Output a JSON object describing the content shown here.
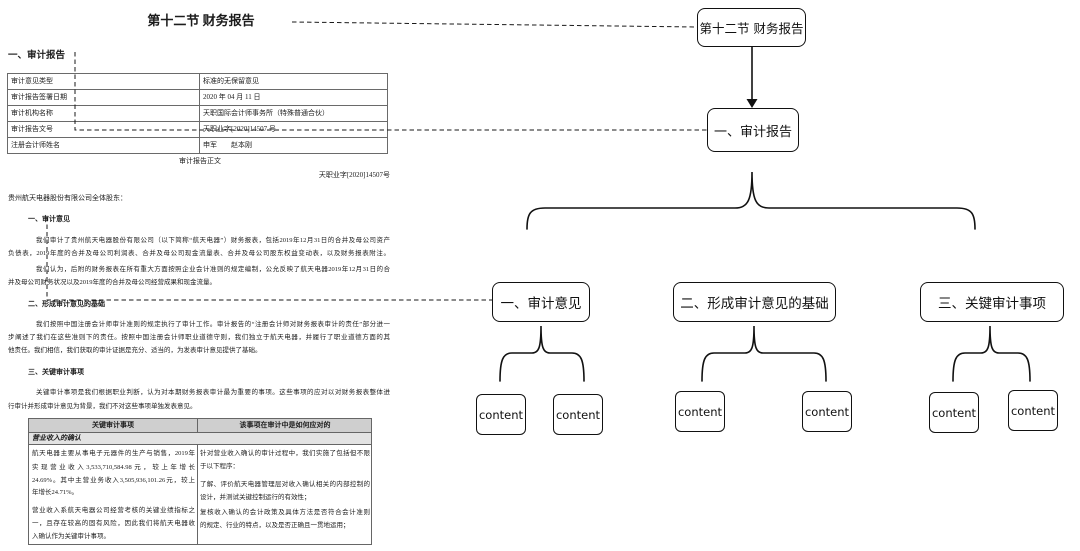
{
  "document": {
    "section_title": "第十二节 财务报告",
    "heading": "一、审计报告",
    "summary_table": [
      {
        "label": "审计意见类型",
        "value": "标准的无保留意见"
      },
      {
        "label": "审计报告签署日期",
        "value": "2020 年 04 月 11 日"
      },
      {
        "label": "审计机构名称",
        "value": "天职国际会计师事务所（特殊普通合伙）"
      },
      {
        "label": "审计报告文号",
        "value": "天职业字[2020]14507 号"
      },
      {
        "label": "注册会计师姓名",
        "value": "申军　　赵本刚"
      }
    ],
    "body_title": "审计报告正文",
    "report_number": "天职业字[2020]14507号",
    "addressee": "贵州航天电器股份有限公司全体股东：",
    "sections": [
      {
        "heading": "一、审计意见",
        "paragraphs": [
          [
            "我们审计了贵州航天电器股份有限公司（以下简称“航天电器”）财务报表，包括2019年12月31日的合并及母公司资产",
            "负债表，2019年度的合并及母公司利润表、合并及母公司现金流量表、合并及母公司股东权益变动表，以及财务报表附注。"
          ],
          [
            "我们认为，后附的财务报表在所有重大方面按照企业会计准则的规定编制，公允反映了航天电器2019年12月31日的合",
            "并及母公司财务状况以及2019年度的合并及母公司经营成果和现金流量。"
          ]
        ]
      },
      {
        "heading": "二、形成审计意见的基础",
        "paragraphs": [
          [
            "我们按照中国注册会计师审计准则的规定执行了审计工作。审计报告的“注册会计师对财务报表审计的责任”部分进一",
            "步阐述了我们在这些准则下的责任。按照中国注册会计师职业道德守则，我们独立于航天电器，并履行了职业道德方面的其",
            "他责任。我们相信，我们获取的审计证据是充分、适当的，为发表审计意见提供了基础。"
          ]
        ]
      },
      {
        "heading": "三、关键审计事项",
        "paragraphs": [
          [
            "关键审计事项是我们根据职业判断，认为对本期财务报表审计最为重要的事项。这些事项的应对以对财务报表整体进",
            "行审计并形成审计意见为背景，我们不对这些事项单独发表意见。"
          ]
        ]
      }
    ],
    "key_matters_table": {
      "headers": [
        "关键审计事项",
        "该事项在审计中是如何应对的"
      ],
      "group_title": "营业收入的确认",
      "matter": [
        [
          "航天电器主要从事电子元器件的生产与销售，2019年",
          "实现营业收入3,533,710,584.98元，较上年增长",
          "24.69%。其中主营业务收入3,505,936,101.26元，较上",
          "年增长24.71%。"
        ],
        [
          "营业收入系航天电器公司经营考核的关键业绩指标之",
          "一，且存在较高的固有风险，因此我们将航天电器收",
          "入确认作为关键审计事项。"
        ]
      ],
      "response": [
        [
          "针对营业收入确认的审计过程中，我们实施了包括但不限",
          "于以下程序："
        ],
        [
          "了解、评价航天电器管理层对收入确认相关的内部控制的",
          "设计，并测试关键控制运行的有效性；"
        ],
        [
          "复核收入确认的会计政策及具体方法是否符合会计准则",
          "的规定、行业的特点，以及是否正确且一贯地运用；"
        ]
      ]
    }
  },
  "tree": {
    "root": "第十二节 财务报告",
    "level1": "一、审计报告",
    "children": [
      {
        "label": "一、审计意见",
        "items": [
          "content",
          "content"
        ]
      },
      {
        "label": "二、形成审计意见的基础",
        "items": [
          "content",
          "content"
        ]
      },
      {
        "label": "三、关键审计事项",
        "items": [
          "content",
          "content"
        ]
      }
    ]
  }
}
